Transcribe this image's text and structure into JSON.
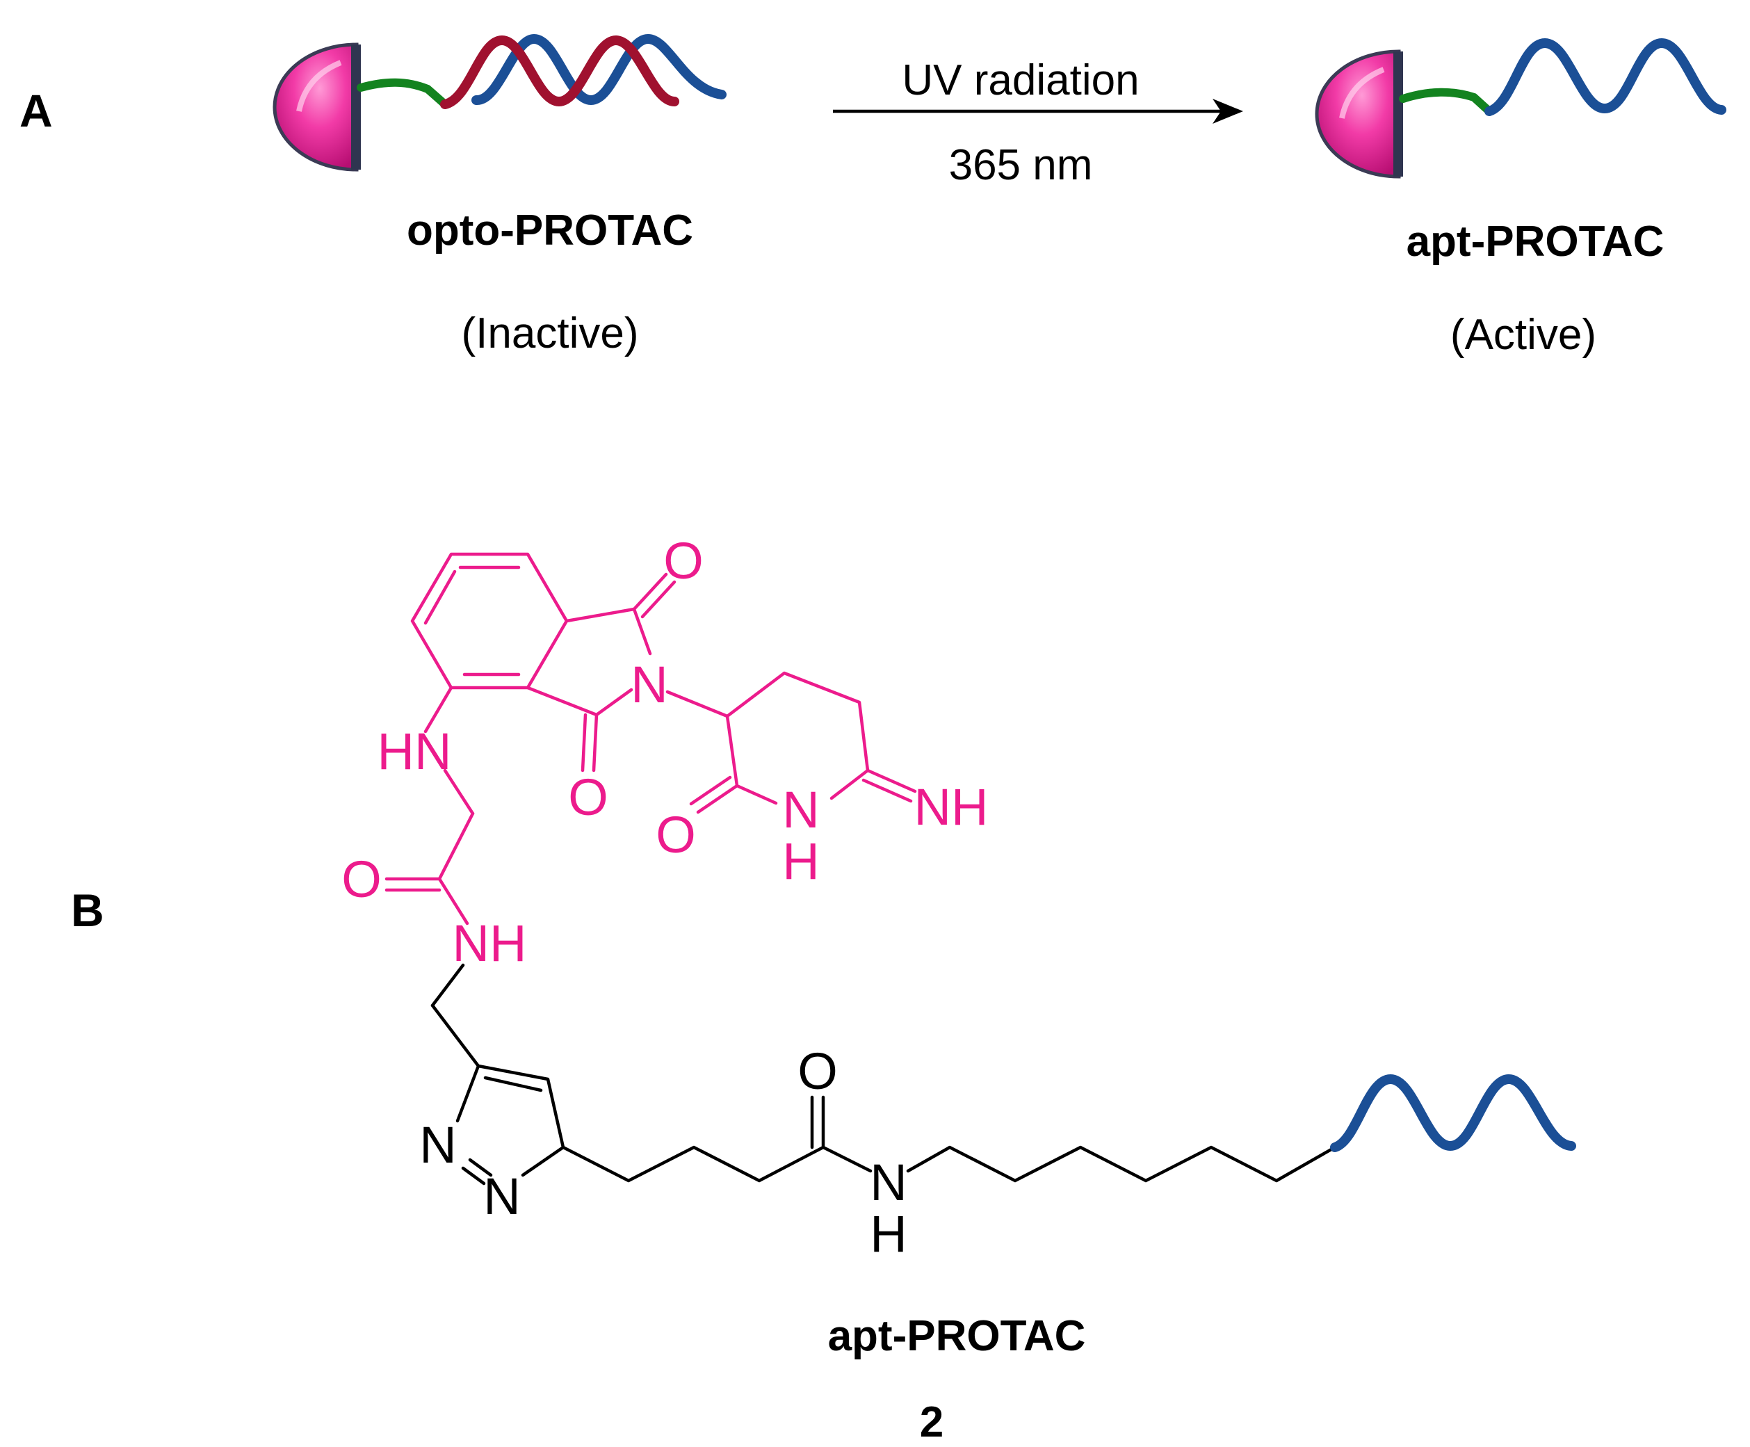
{
  "panel_a": {
    "label": "A",
    "reaction_above_arrow": "UV radiation",
    "reaction_below_arrow": "365 nm",
    "reactant_name": "opto-PROTAC",
    "reactant_state": "(Inactive)",
    "product_name": "apt-PROTAC",
    "product_state": "(Active)"
  },
  "panel_b": {
    "label": "B",
    "compound_name": "apt-PROTAC",
    "compound_number": "2",
    "atoms": {
      "O1": "O",
      "N_imide": "N",
      "O2": "O",
      "HN": "HN",
      "O3": "O",
      "N_ring": "N",
      "H_ring": "H",
      "NH_imine": "NH",
      "O_amide": "O",
      "NH_amide": "NH",
      "N1": "N",
      "N2": "N",
      "O_chain": "O",
      "N_chain": "N",
      "H_chain": "H"
    }
  },
  "colors": {
    "ligand_pink": "#ec1b8c",
    "linker_green": "#13831f",
    "strand_blue": "#1b4f96",
    "strand_red": "#a0112f",
    "text": "#000000"
  }
}
